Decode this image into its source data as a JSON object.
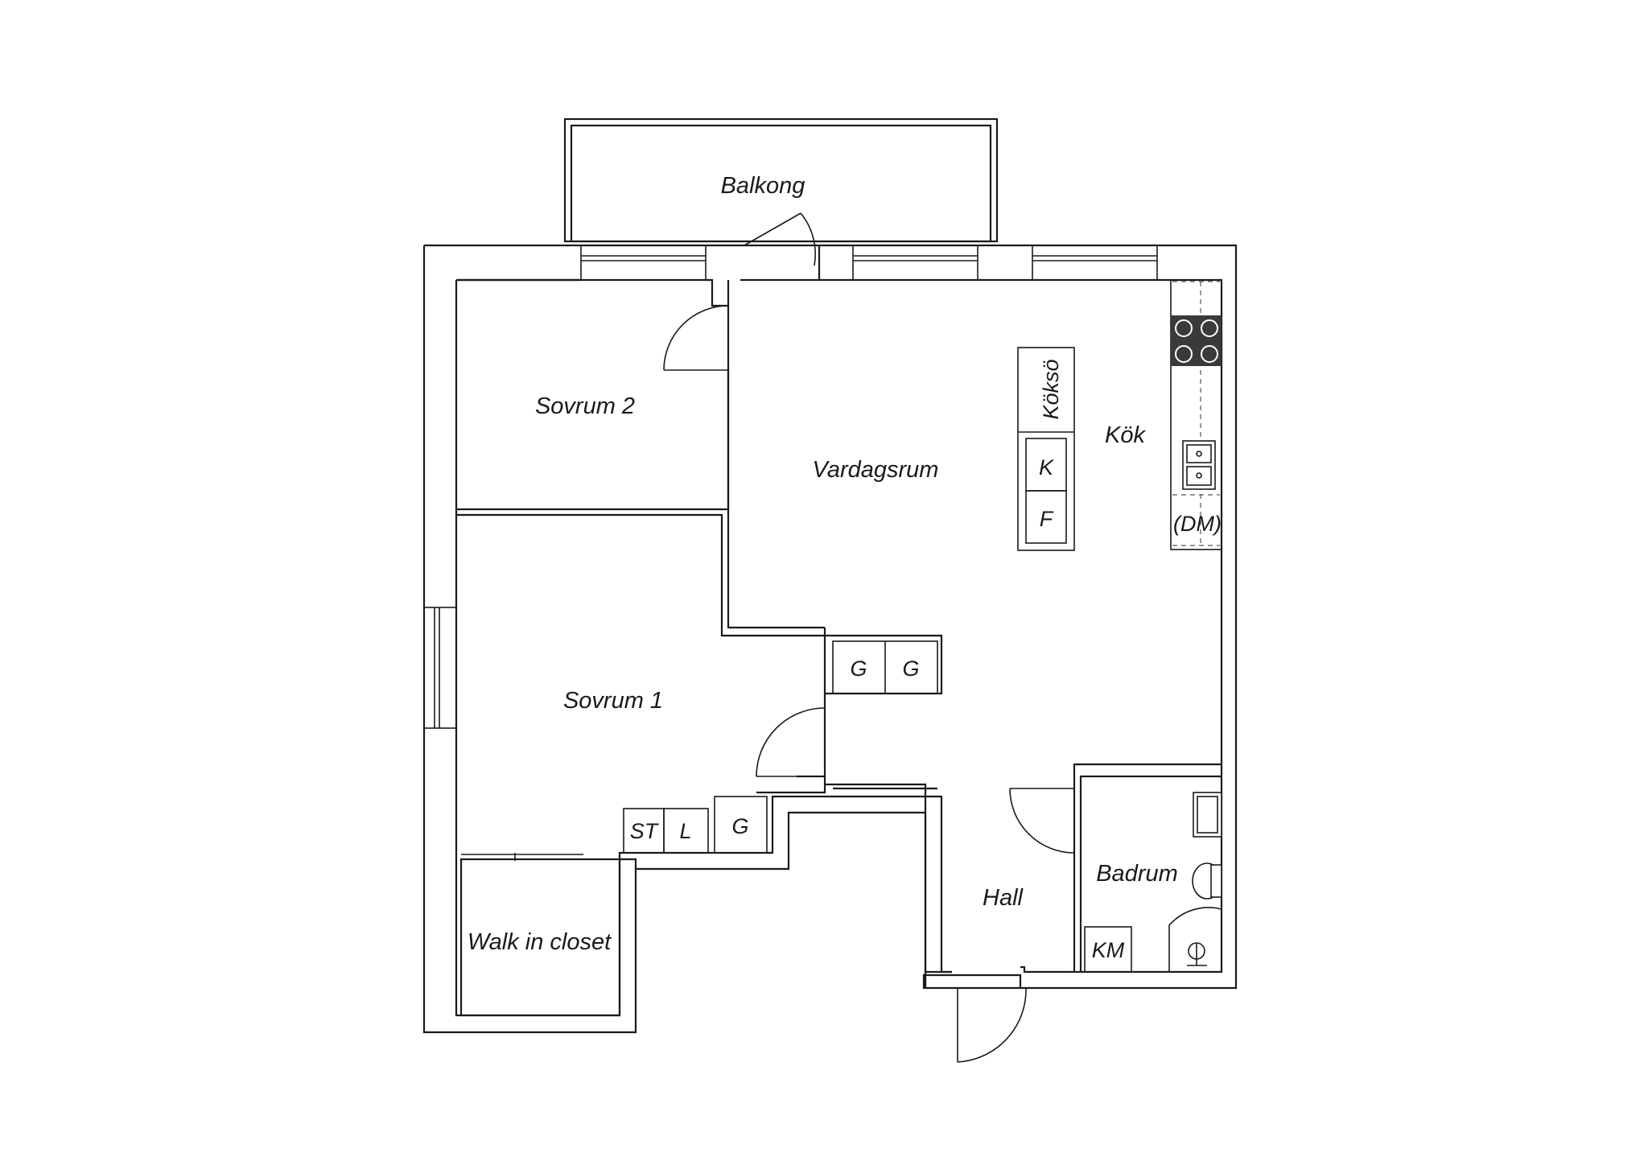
{
  "rooms": {
    "balkong": "Balkong",
    "sovrum2": "Sovrum 2",
    "vardagsrum": "Vardagsrum",
    "kok": "Kök",
    "sovrum1": "Sovrum 1",
    "walk_in_closet": "Walk in closet",
    "hall": "Hall",
    "badrum": "Badrum"
  },
  "fixtures": {
    "koksö": "Köksö",
    "island_k": "K",
    "island_f": "F",
    "dm": "(DM)",
    "wardrobe_g1": "G",
    "wardrobe_g2": "G",
    "st": "ST",
    "l": "L",
    "g_bedroom": "G",
    "km": "KM"
  },
  "colors": {
    "line": "#1a1a1a",
    "background": "#ffffff",
    "stove": "#3a3a3a"
  }
}
